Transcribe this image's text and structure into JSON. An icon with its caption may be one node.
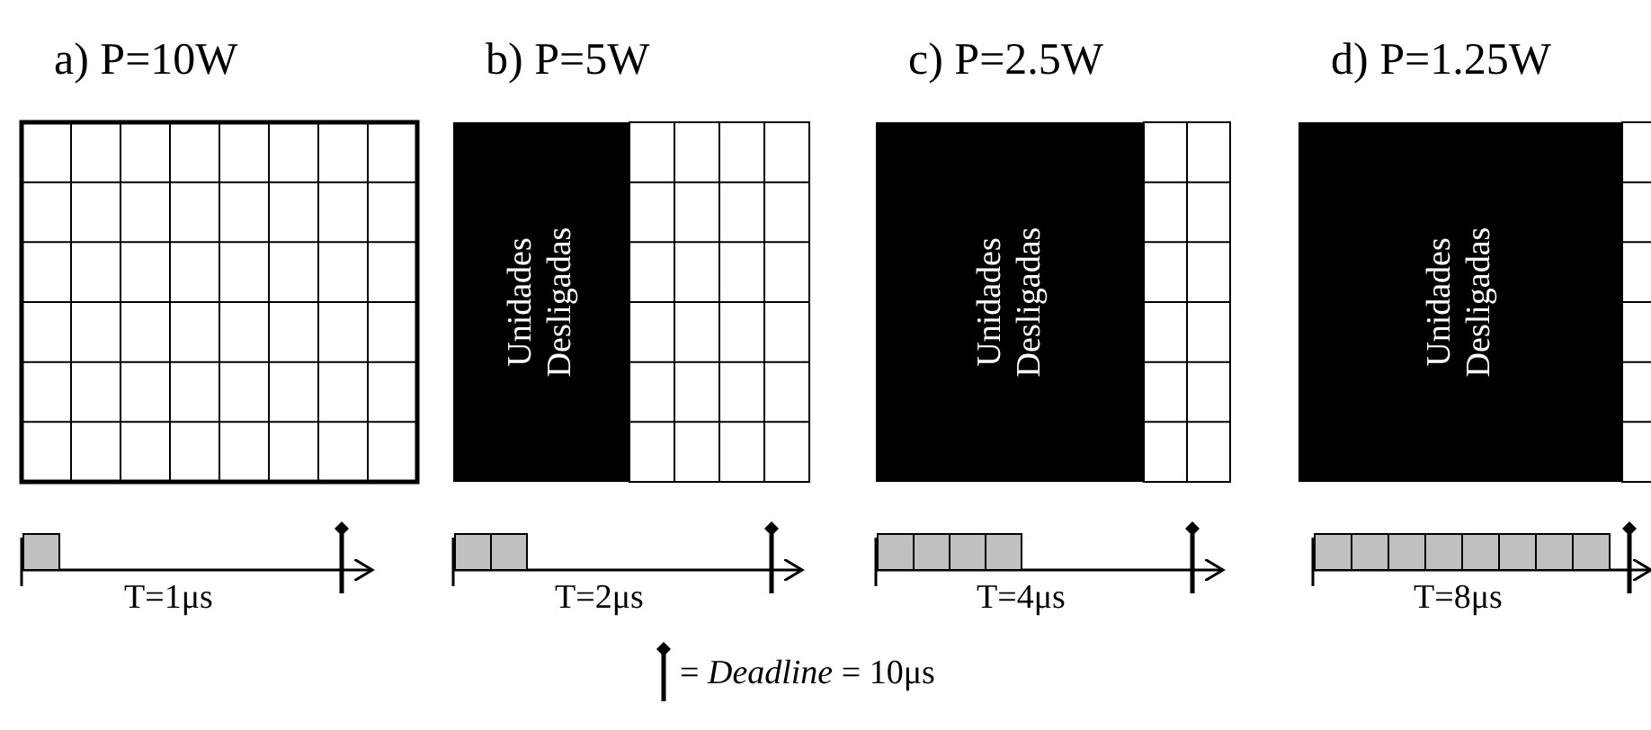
{
  "diagram": {
    "labels": [
      "a) P=10W",
      "b) P=5W",
      "c) P=2.5W",
      "d) P=1.25W",
      "Unidades Desligadas",
      "Unidades Desligadas",
      "Unidades Desligadas",
      "T=1μs",
      "T=2μs",
      "T=4μs",
      "T=8μs"
    ],
    "legend": [
      {
        "text": "= *Deadline* = 10μs"
      }
    ]
  }
}
